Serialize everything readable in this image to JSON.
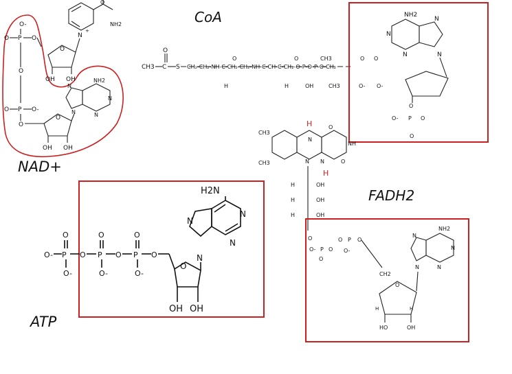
{
  "labels": {
    "coa": "CoA",
    "nad": "NAD+",
    "fadh2": "FADH2",
    "atp": "ATP"
  },
  "atoms": {
    "nh2": "NH2",
    "h2n": "H2N",
    "n": "N",
    "nplus": "N",
    "o": "O",
    "ominus": "O-",
    "p": "P",
    "c": "C",
    "h": "H",
    "oh": "OH",
    "ch3": "CH3",
    "ch2": "CH2",
    "s": "S",
    "ho": "HO",
    "nh": "NH"
  },
  "colors": {
    "highlight_red": "#cc1f1f",
    "ink": "#111111",
    "grey_ink": "#444444"
  }
}
